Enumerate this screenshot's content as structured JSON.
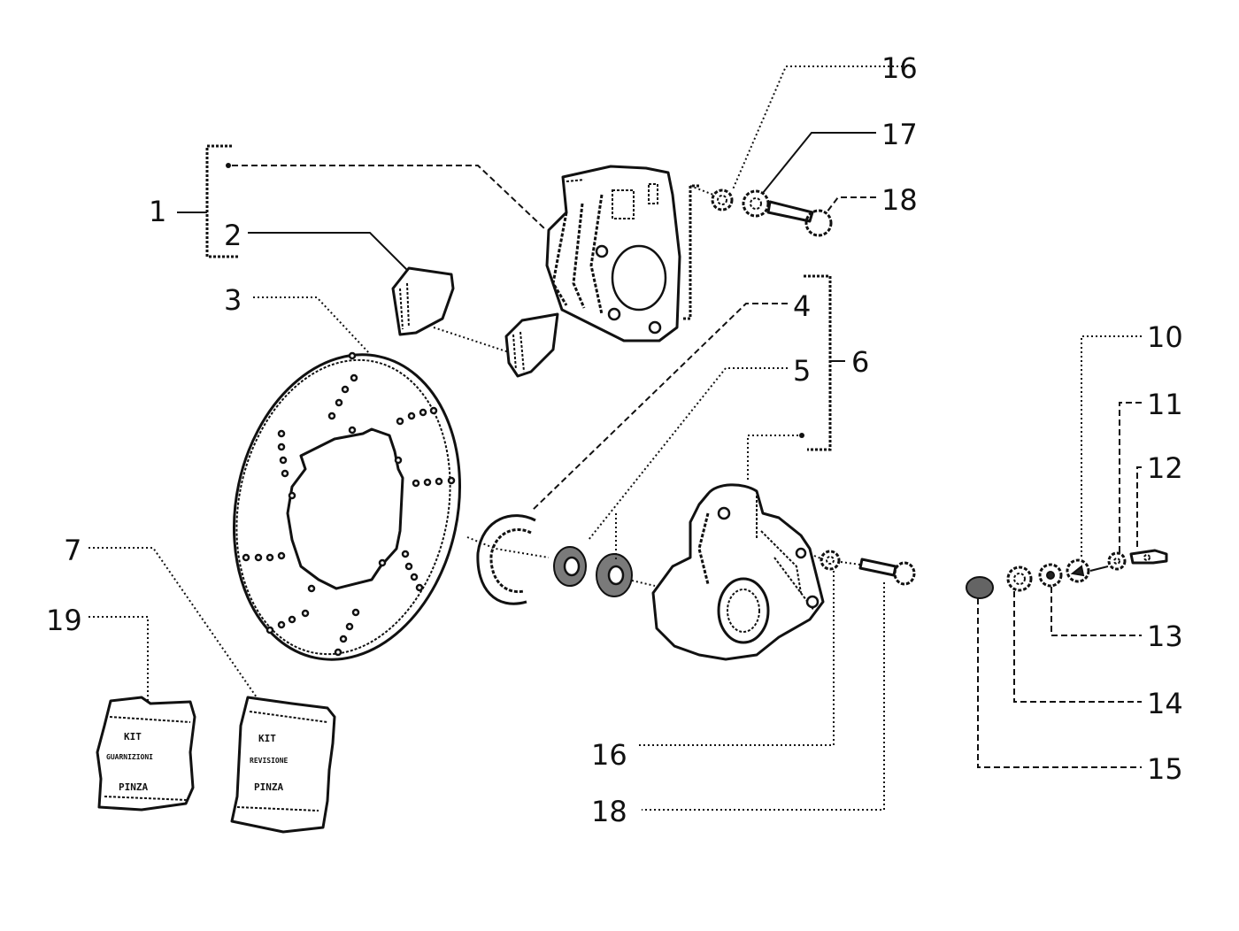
{
  "diagram": {
    "title": "",
    "labels": {
      "p1": "1",
      "p2": "2",
      "p3": "3",
      "p4": "4",
      "p5": "5",
      "p6": "6",
      "p7": "7",
      "p10": "10",
      "p11": "11",
      "p12": "12",
      "p13": "13",
      "p14": "14",
      "p15": "15",
      "p16_top": "16",
      "p17": "17",
      "p18_top": "18",
      "p16_bottom": "16",
      "p18_bottom": "18",
      "p19": "19"
    },
    "kits": [
      {
        "part": "19",
        "lines": [
          "KIT",
          "GUARNIZIONI",
          "PINZA"
        ]
      },
      {
        "part": "7",
        "lines": [
          "KIT",
          "REVISIONE",
          "PINZA"
        ]
      }
    ],
    "parts": [
      {
        "number": "1",
        "name": "brake-caliper-assembly"
      },
      {
        "number": "2",
        "name": "brake-pads"
      },
      {
        "number": "3",
        "name": "brake-disc"
      },
      {
        "number": "4",
        "name": "retaining-clip"
      },
      {
        "number": "5",
        "name": "piston-seals"
      },
      {
        "number": "6",
        "name": "caliper-body-assembly"
      },
      {
        "number": "7",
        "name": "caliper-overhaul-kit"
      },
      {
        "number": "10",
        "name": "washer"
      },
      {
        "number": "11",
        "name": "nut"
      },
      {
        "number": "12",
        "name": "bleed-screw"
      },
      {
        "number": "13",
        "name": "washer"
      },
      {
        "number": "14",
        "name": "washer"
      },
      {
        "number": "15",
        "name": "cap"
      },
      {
        "number": "16",
        "name": "spacer"
      },
      {
        "number": "17",
        "name": "washer"
      },
      {
        "number": "18",
        "name": "bolt"
      },
      {
        "number": "19",
        "name": "caliper-seal-kit"
      }
    ]
  }
}
